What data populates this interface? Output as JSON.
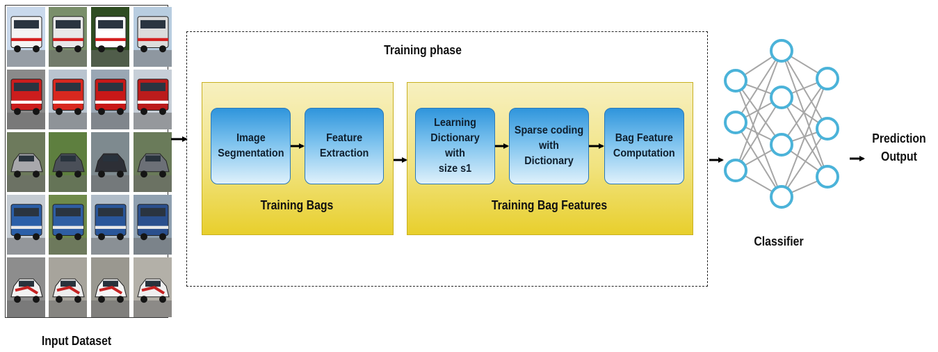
{
  "dataset": {
    "label": "Input Dataset",
    "rows": [
      {
        "category": "ambulance",
        "colors": [
          "#f4f4f4",
          "#e8e8e8",
          "#ffffff",
          "#dcdcdc"
        ],
        "accent": "#d42020",
        "sky": [
          "#c9d9ec",
          "#7a8f6a",
          "#2f4d22",
          "#b8cde0"
        ]
      },
      {
        "category": "fire-truck",
        "colors": [
          "#cc1d1d",
          "#d8281f",
          "#c81818",
          "#bb1c1c"
        ],
        "accent": "#ffffff",
        "sky": [
          "#8a8a8a",
          "#b9c4cf",
          "#9aa7b4",
          "#c7cfd8"
        ]
      },
      {
        "category": "car",
        "colors": [
          "#a8a8ac",
          "#4a4f58",
          "#2d2f36",
          "#6c7077"
        ],
        "accent": "#1a1a1a",
        "sky": [
          "#6d7a5c",
          "#5e7f3f",
          "#7e8a8f",
          "#6a7b5a"
        ]
      },
      {
        "category": "bus",
        "colors": [
          "#2b5fa8",
          "#2f5ea3",
          "#29569a",
          "#2a4f8d"
        ],
        "accent": "#e8e8e8",
        "sky": [
          "#c4cbd2",
          "#6f8a4a",
          "#b0bcc8",
          "#8fa0b0"
        ]
      },
      {
        "category": "police-car",
        "colors": [
          "#f2f2f2",
          "#ededed",
          "#f5f5f5",
          "#efefef"
        ],
        "accent": "#c42222",
        "sky": [
          "#8d8d8d",
          "#a7a49c",
          "#9a9890",
          "#b3b0a8"
        ]
      }
    ]
  },
  "training_phase": {
    "title": "Training phase",
    "bags": {
      "label": "Training Bags",
      "steps": [
        "Image\nSegmentation",
        "Feature\nExtraction"
      ]
    },
    "bag_features": {
      "label": "Training Bag Features",
      "steps": [
        "Learning\nDictionary with\nsize s1",
        "Sparse coding\nwith Dictionary",
        "Bag Feature\nComputation"
      ]
    }
  },
  "classifier": {
    "label": "Classifier",
    "layers": [
      3,
      4,
      3
    ],
    "node_color": "#4bb3d9",
    "edge_color": "#a6a6a6"
  },
  "output": {
    "label": "Prediction\nOutput"
  }
}
